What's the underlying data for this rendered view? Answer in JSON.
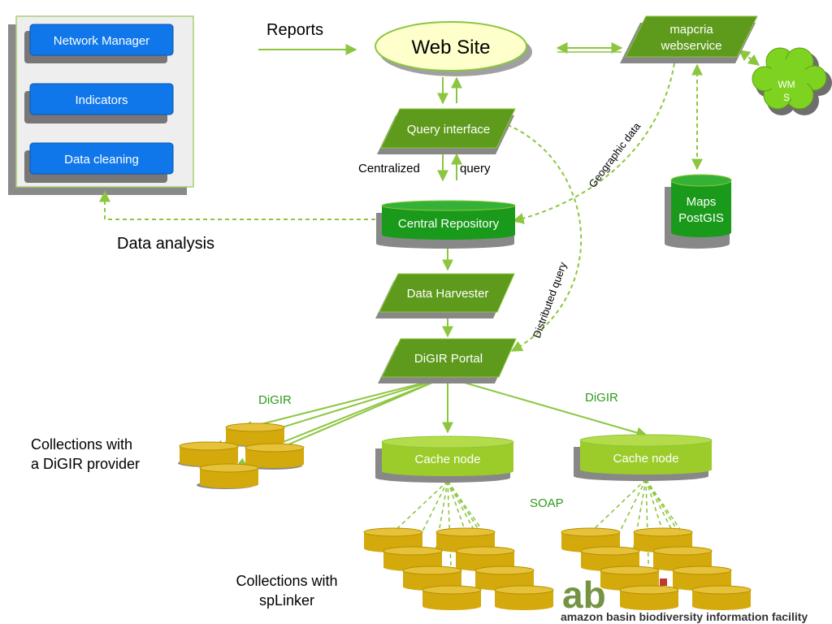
{
  "left_panel": {
    "buttons": [
      "Network Manager",
      "Indicators",
      "Data cleaning"
    ]
  },
  "labels": {
    "reports": "Reports",
    "data_analysis": "Data analysis",
    "centralized": "Centralized",
    "query": "query",
    "geographic_data": "Geographic data",
    "distributed_query": "Distributed query",
    "digir_left": "DiGIR",
    "digir_right": "DiGIR",
    "soap": "SOAP",
    "collections_digir_1": "Collections with",
    "collections_digir_2": "a DiGIR provider",
    "collections_splinker_1": "Collections with",
    "collections_splinker_2": "spLinker"
  },
  "nodes": {
    "web_site": "Web Site",
    "mapcria_1": "mapcria",
    "mapcria_2": "webservice",
    "wms_1": "WM",
    "wms_2": "S",
    "query_interface": "Query interface",
    "central_repository": "Central Repository",
    "maps_1": "Maps",
    "maps_2": "PostGIS",
    "data_harvester": "Data Harvester",
    "digir_portal": "DiGIR Portal",
    "cache_node_left": "Cache node",
    "cache_node_right": "Cache node"
  },
  "logo": {
    "text": "amazon basin biodiversity information facility",
    "mark": "ab"
  },
  "colors": {
    "dark_green": "#5e9a1c",
    "bright_green": "#1a9a1a",
    "light_green": "#9ccc2a",
    "arrow_green": "#8cc63f",
    "blue_button": "#0f77ea",
    "gold_cylinder": "#d4a90c"
  }
}
